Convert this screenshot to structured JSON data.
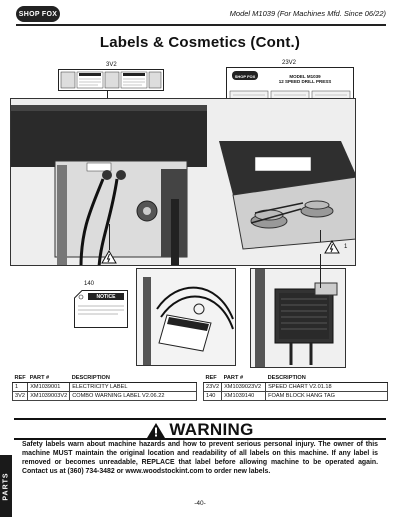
{
  "header": {
    "logo_text": "SHOP FOX",
    "model_text": "Model M1039 (For Machines Mfd. Since 06/22)"
  },
  "page_title": "Labels & Cosmetics (Cont.)",
  "callouts": {
    "c_3v2": "3V2",
    "c_23v2": "23V2",
    "c_1a": "1",
    "c_1b": "1",
    "c_140": "140"
  },
  "speed_chart": {
    "logo_text": "SHOP FOX",
    "title_line1": "MODEL M1039",
    "title_line2": "12 SPEED DRILL PRESS"
  },
  "notice_tag": {
    "label": "NOTICE"
  },
  "parts_table": {
    "headers": [
      "REF",
      "PART #",
      "DESCRIPTION"
    ],
    "left_rows": [
      {
        "ref": "1",
        "part": "XM1039001",
        "desc": "ELECTRICITY LABEL"
      },
      {
        "ref": "3V2",
        "part": "XM1039003V2",
        "desc": "COMBO WARNING LABEL V2.06.22"
      }
    ],
    "right_rows": [
      {
        "ref": "23V2",
        "part": "XM1039023V2",
        "desc": "SPEED CHART V2.01.18"
      },
      {
        "ref": "140",
        "part": "XM1039140",
        "desc": "FOAM BLOCK HANG TAG"
      }
    ]
  },
  "warning": {
    "title": "WARNING",
    "body": "Safety labels warn about machine hazards and how to prevent serious personal injury. The owner of this machine MUST maintain the original location and readability of all labels on this machine. If any label is removed or becomes unreadable, REPLACE that label before allowing machine to be operated again. Contact us at (360) 734-3482 or www.woodstockint.com to order new labels."
  },
  "side_tab": "PARTS",
  "page_number": "-40-",
  "colors": {
    "ink": "#111111",
    "figure_bg": "#f4f4f4",
    "machine_dark": "#2a2a2a",
    "machine_light": "#dcdcdc"
  }
}
